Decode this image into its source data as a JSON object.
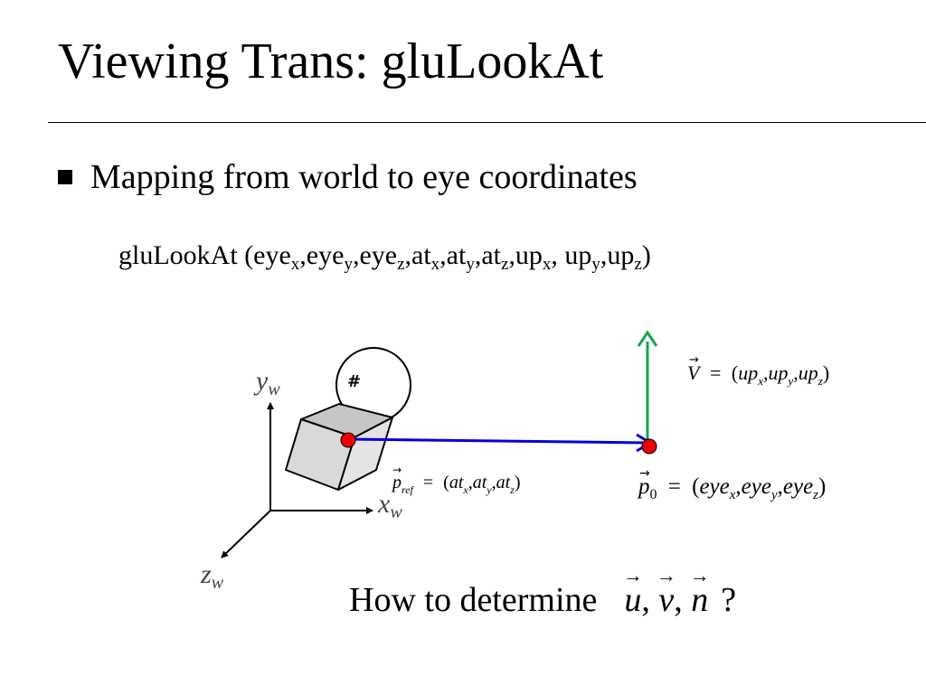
{
  "slide": {
    "title": "Viewing Trans: gluLookAt",
    "bullet": "Mapping from world to eye coordinates"
  },
  "signature": {
    "func": "gluLookAt (",
    "params": [
      {
        "base": "eye",
        "sub": "x",
        "sep": ","
      },
      {
        "base": "eye",
        "sub": "y",
        "sep": ","
      },
      {
        "base": "eye",
        "sub": "z",
        "sep": ","
      },
      {
        "base": "at",
        "sub": "x",
        "sep": ","
      },
      {
        "base": "at",
        "sub": "y",
        "sep": ","
      },
      {
        "base": "at",
        "sub": "z",
        "sep": ","
      },
      {
        "base": "up",
        "sub": "x",
        "sep": ", "
      },
      {
        "base": "up",
        "sub": "y",
        "sep": ","
      },
      {
        "base": "up",
        "sub": "z",
        "sep": ")"
      }
    ]
  },
  "diagram": {
    "axes": {
      "y": "y",
      "y_sub": "w",
      "x": "x",
      "x_sub": "w",
      "z": "z",
      "z_sub": "w"
    },
    "head_mark": "#",
    "up_vector": {
      "sym": "V",
      "eq": "=",
      "lparen": "(",
      "comma": ",",
      "rparen": ")",
      "terms": [
        {
          "base": "up",
          "sub": "x"
        },
        {
          "base": "up",
          "sub": "y"
        },
        {
          "base": "up",
          "sub": "z"
        }
      ]
    },
    "ref_point": {
      "sym": "p",
      "sym_sub": "ref",
      "eq": "=",
      "lparen": "(",
      "comma": ",",
      "rparen": ")",
      "terms": [
        {
          "base": "at",
          "sub": "x"
        },
        {
          "base": "at",
          "sub": "y"
        },
        {
          "base": "at",
          "sub": "z"
        }
      ]
    },
    "eye_point": {
      "sym": "p",
      "sym_sub": "0",
      "eq": "=",
      "lparen": "(",
      "comma": ",",
      "rparen": ")",
      "terms": [
        {
          "base": "eye",
          "sub": "x"
        },
        {
          "base": "eye",
          "sub": "y"
        },
        {
          "base": "eye",
          "sub": "z"
        }
      ]
    },
    "colors": {
      "up_arrow": "#1aa34a",
      "view_arrow": "#0000dd",
      "points": "#ee0000",
      "cube_fill": "#d9d9d9"
    }
  },
  "question": {
    "text": "How to  determine",
    "u": "u",
    "v": "v",
    "n": "n",
    "comma": ",",
    "mark": "?"
  }
}
